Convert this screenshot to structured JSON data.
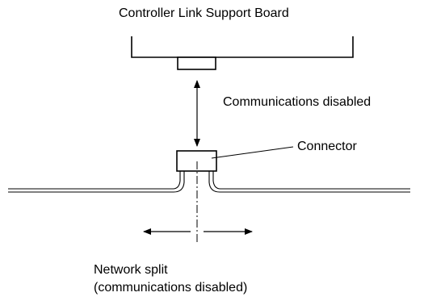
{
  "labels": {
    "board": "Controller Link Support Board",
    "communications": "Communications disabled",
    "connector": "Connector",
    "split_line1": "Network split",
    "split_line2": "(communications disabled)"
  },
  "colors": {
    "line": "#000000",
    "background": "#ffffff"
  }
}
